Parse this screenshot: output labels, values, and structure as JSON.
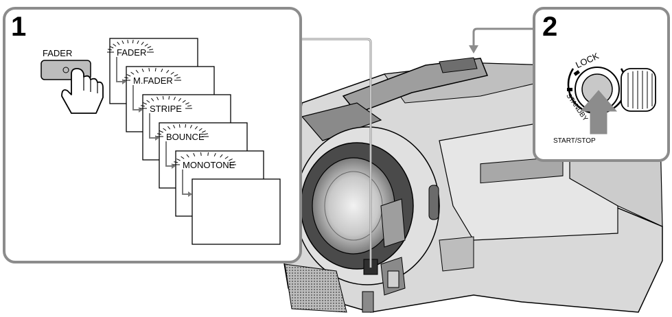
{
  "panel1": {
    "step_number": "1",
    "button_label": "FADER",
    "screens": [
      "FADER",
      "M.FADER",
      "STRIPE",
      "BOUNCE",
      "MONOTONE"
    ]
  },
  "panel2": {
    "step_number": "2",
    "lock_label": "LOCK",
    "standby_label": "STANDBY",
    "button_label": "START/STOP"
  },
  "colors": {
    "outline": "#000000",
    "camera_body": "#d9d9d9",
    "camera_dark": "#4a4a4a",
    "panel_border": "#8c8c8c"
  }
}
